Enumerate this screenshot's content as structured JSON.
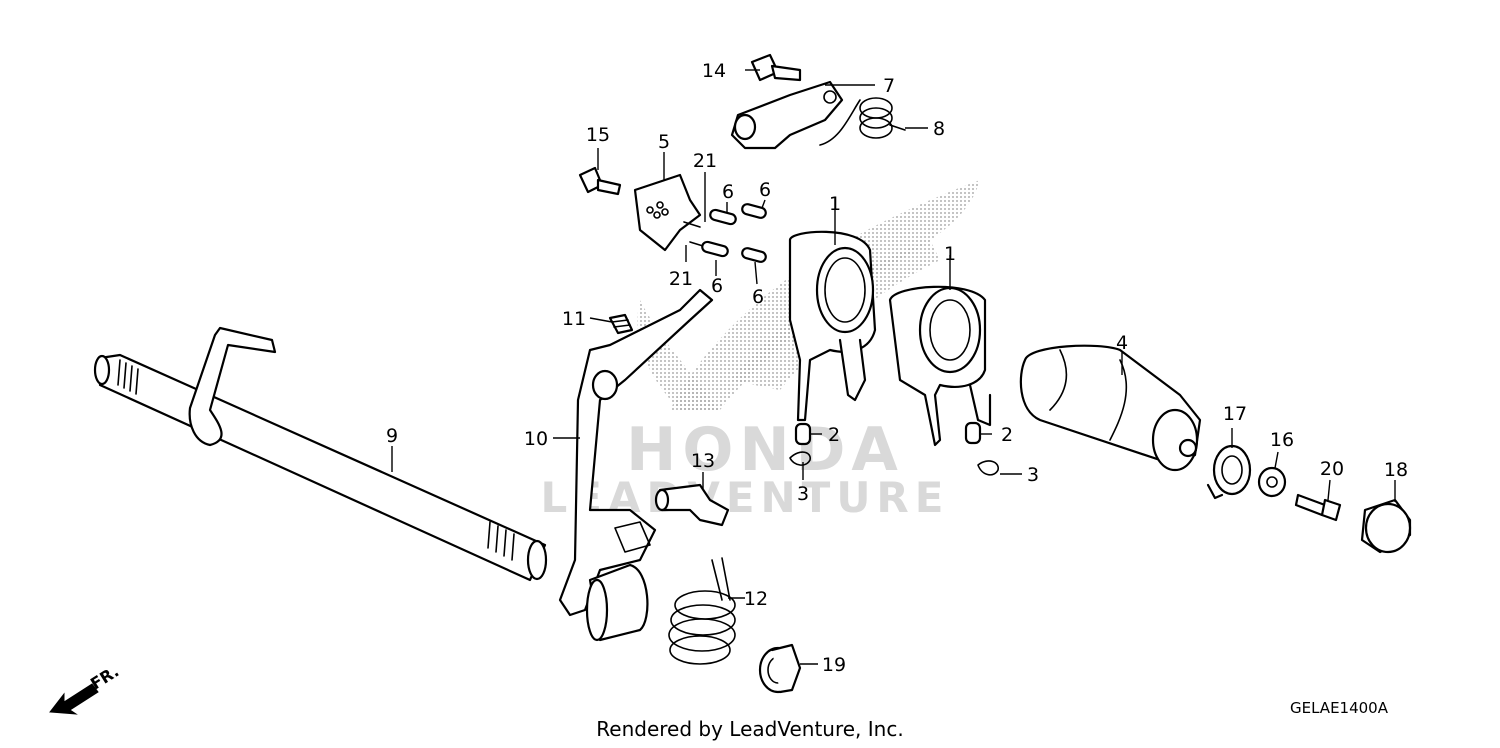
{
  "footer": {
    "rendered_by": "Rendered by LeadVenture, Inc.",
    "diagram_code": "GELAE1400A"
  },
  "watermark": {
    "brand": "HONDA",
    "company": "LEADVENTURE"
  },
  "orientation": {
    "label": "FR."
  },
  "callouts": {
    "c1a": "1",
    "c1b": "1",
    "c2a": "2",
    "c2b": "2",
    "c3a": "3",
    "c3b": "3",
    "c4": "4",
    "c5": "5",
    "c6a": "6",
    "c6b": "6",
    "c6c": "6",
    "c6d": "6",
    "c7": "7",
    "c8": "8",
    "c9": "9",
    "c10": "10",
    "c11": "11",
    "c12": "12",
    "c13": "13",
    "c14": "14",
    "c15": "15",
    "c16": "16",
    "c17": "17",
    "c18": "18",
    "c19": "19",
    "c20": "20",
    "c21a": "21",
    "c21b": "21"
  },
  "colors": {
    "line": "#000000",
    "watermark": "#d9d9d9",
    "background": "#ffffff"
  }
}
